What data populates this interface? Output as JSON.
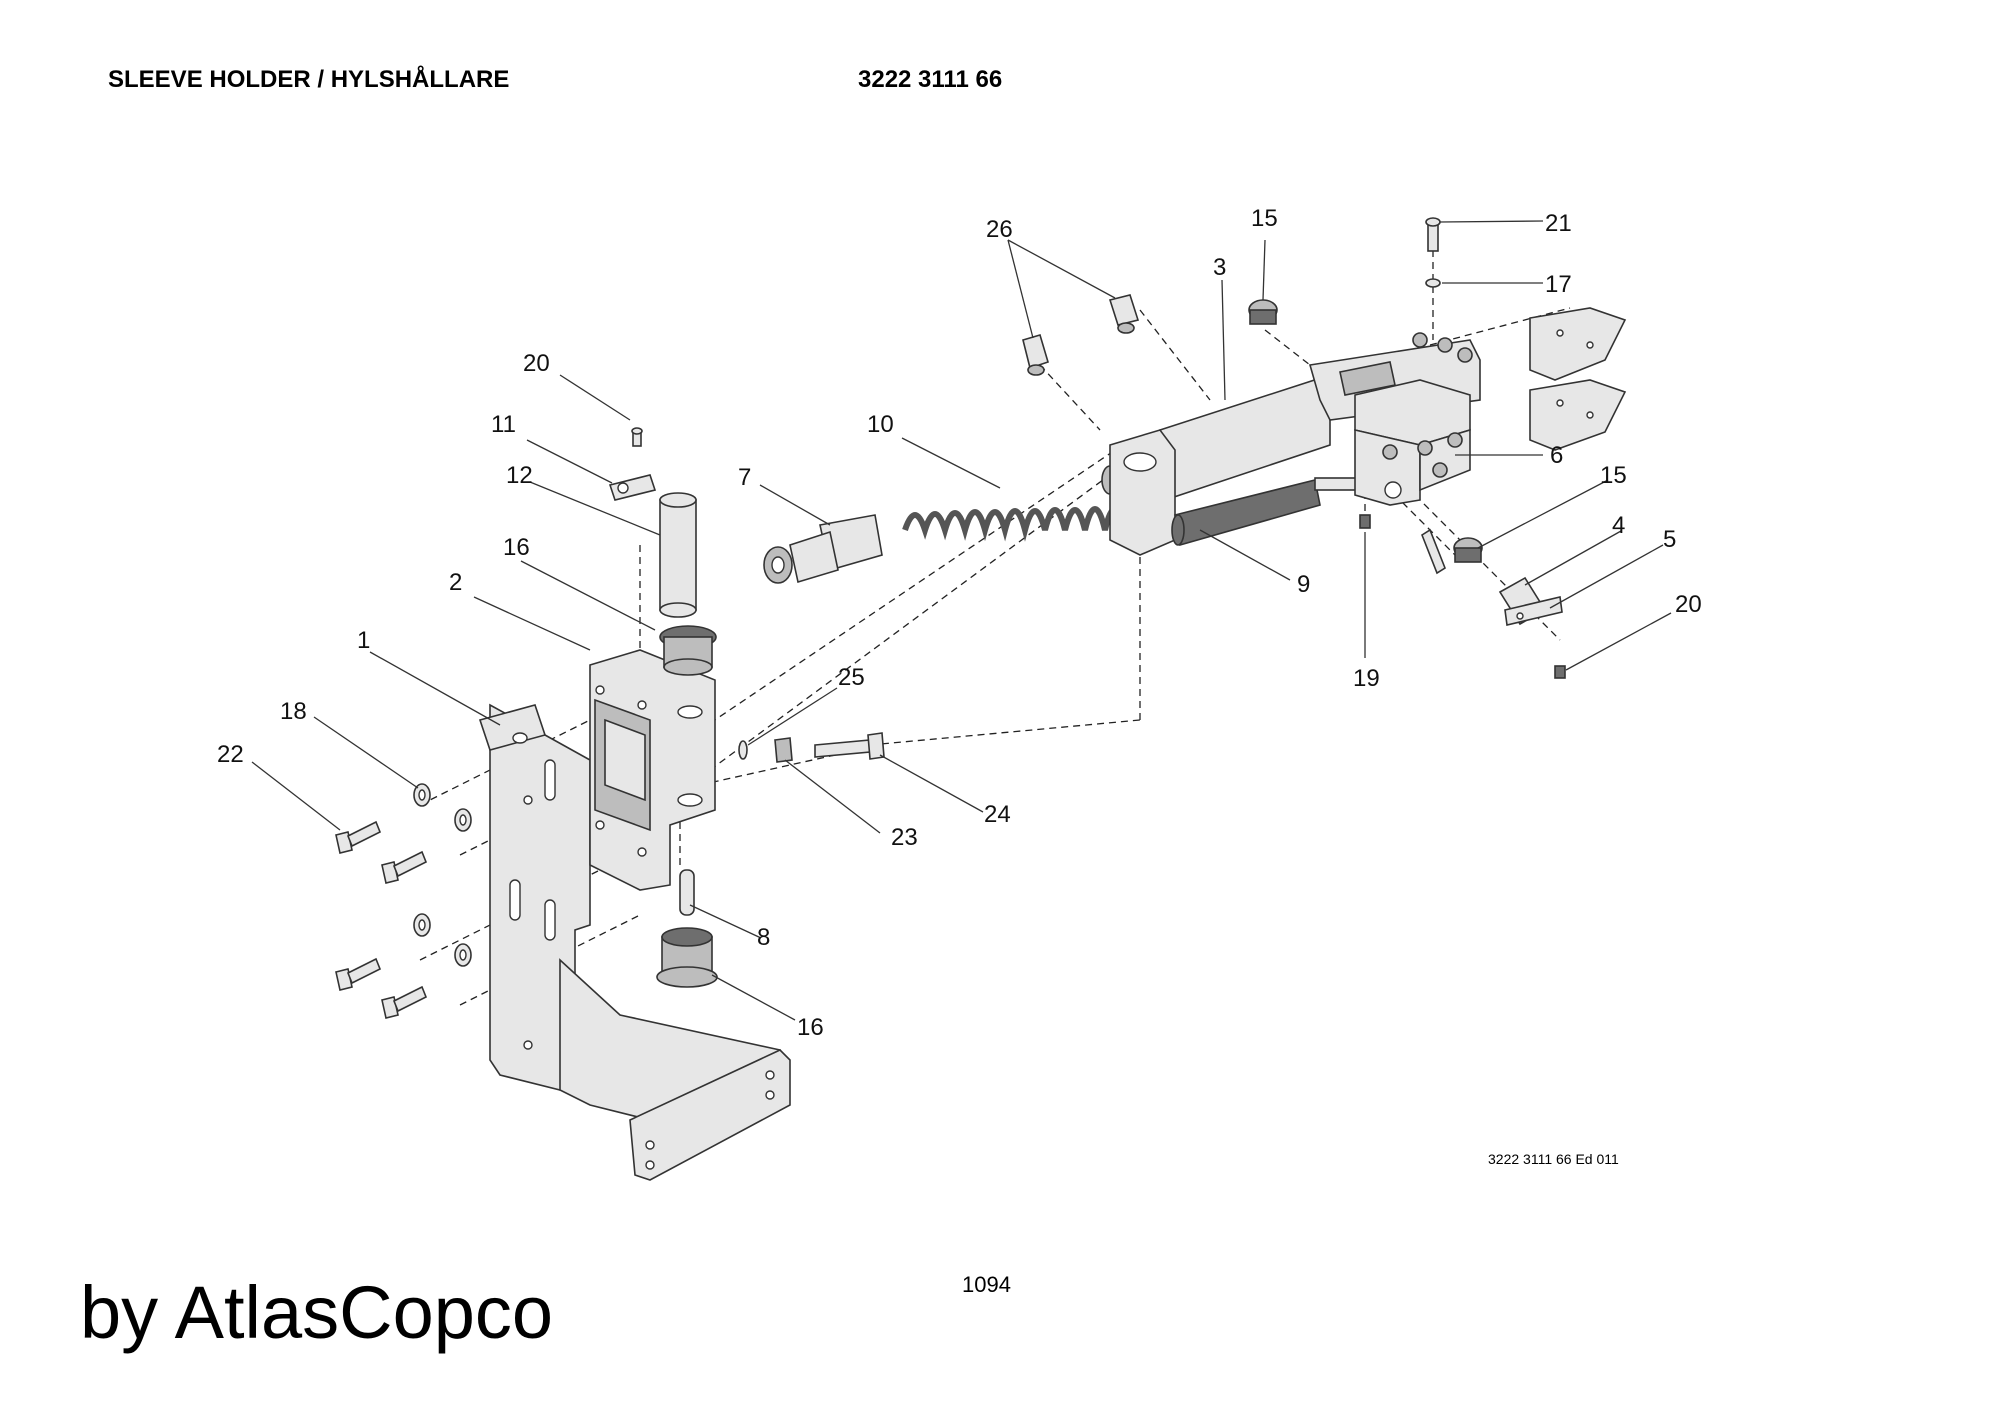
{
  "header": {
    "title": "SLEEVE HOLDER / HYLSHÅLLARE",
    "part_number": "3222 3111 66"
  },
  "callouts": {
    "c1": "1",
    "c2": "2",
    "c3": "3",
    "c4": "4",
    "c5": "5",
    "c6": "6",
    "c7": "7",
    "c8": "8",
    "c9": "9",
    "c10": "10",
    "c11": "11",
    "c12": "12",
    "c15a": "15",
    "c15b": "15",
    "c16a": "16",
    "c16b": "16",
    "c17": "17",
    "c18": "18",
    "c19": "19",
    "c20a": "20",
    "c20b": "20",
    "c21": "21",
    "c22": "22",
    "c23": "23",
    "c24": "24",
    "c25": "25",
    "c26": "26"
  },
  "footer": {
    "doc_ref": "3222 3111 66 Ed 011",
    "page_number": "1094",
    "brand": "by AtlasCopco"
  }
}
